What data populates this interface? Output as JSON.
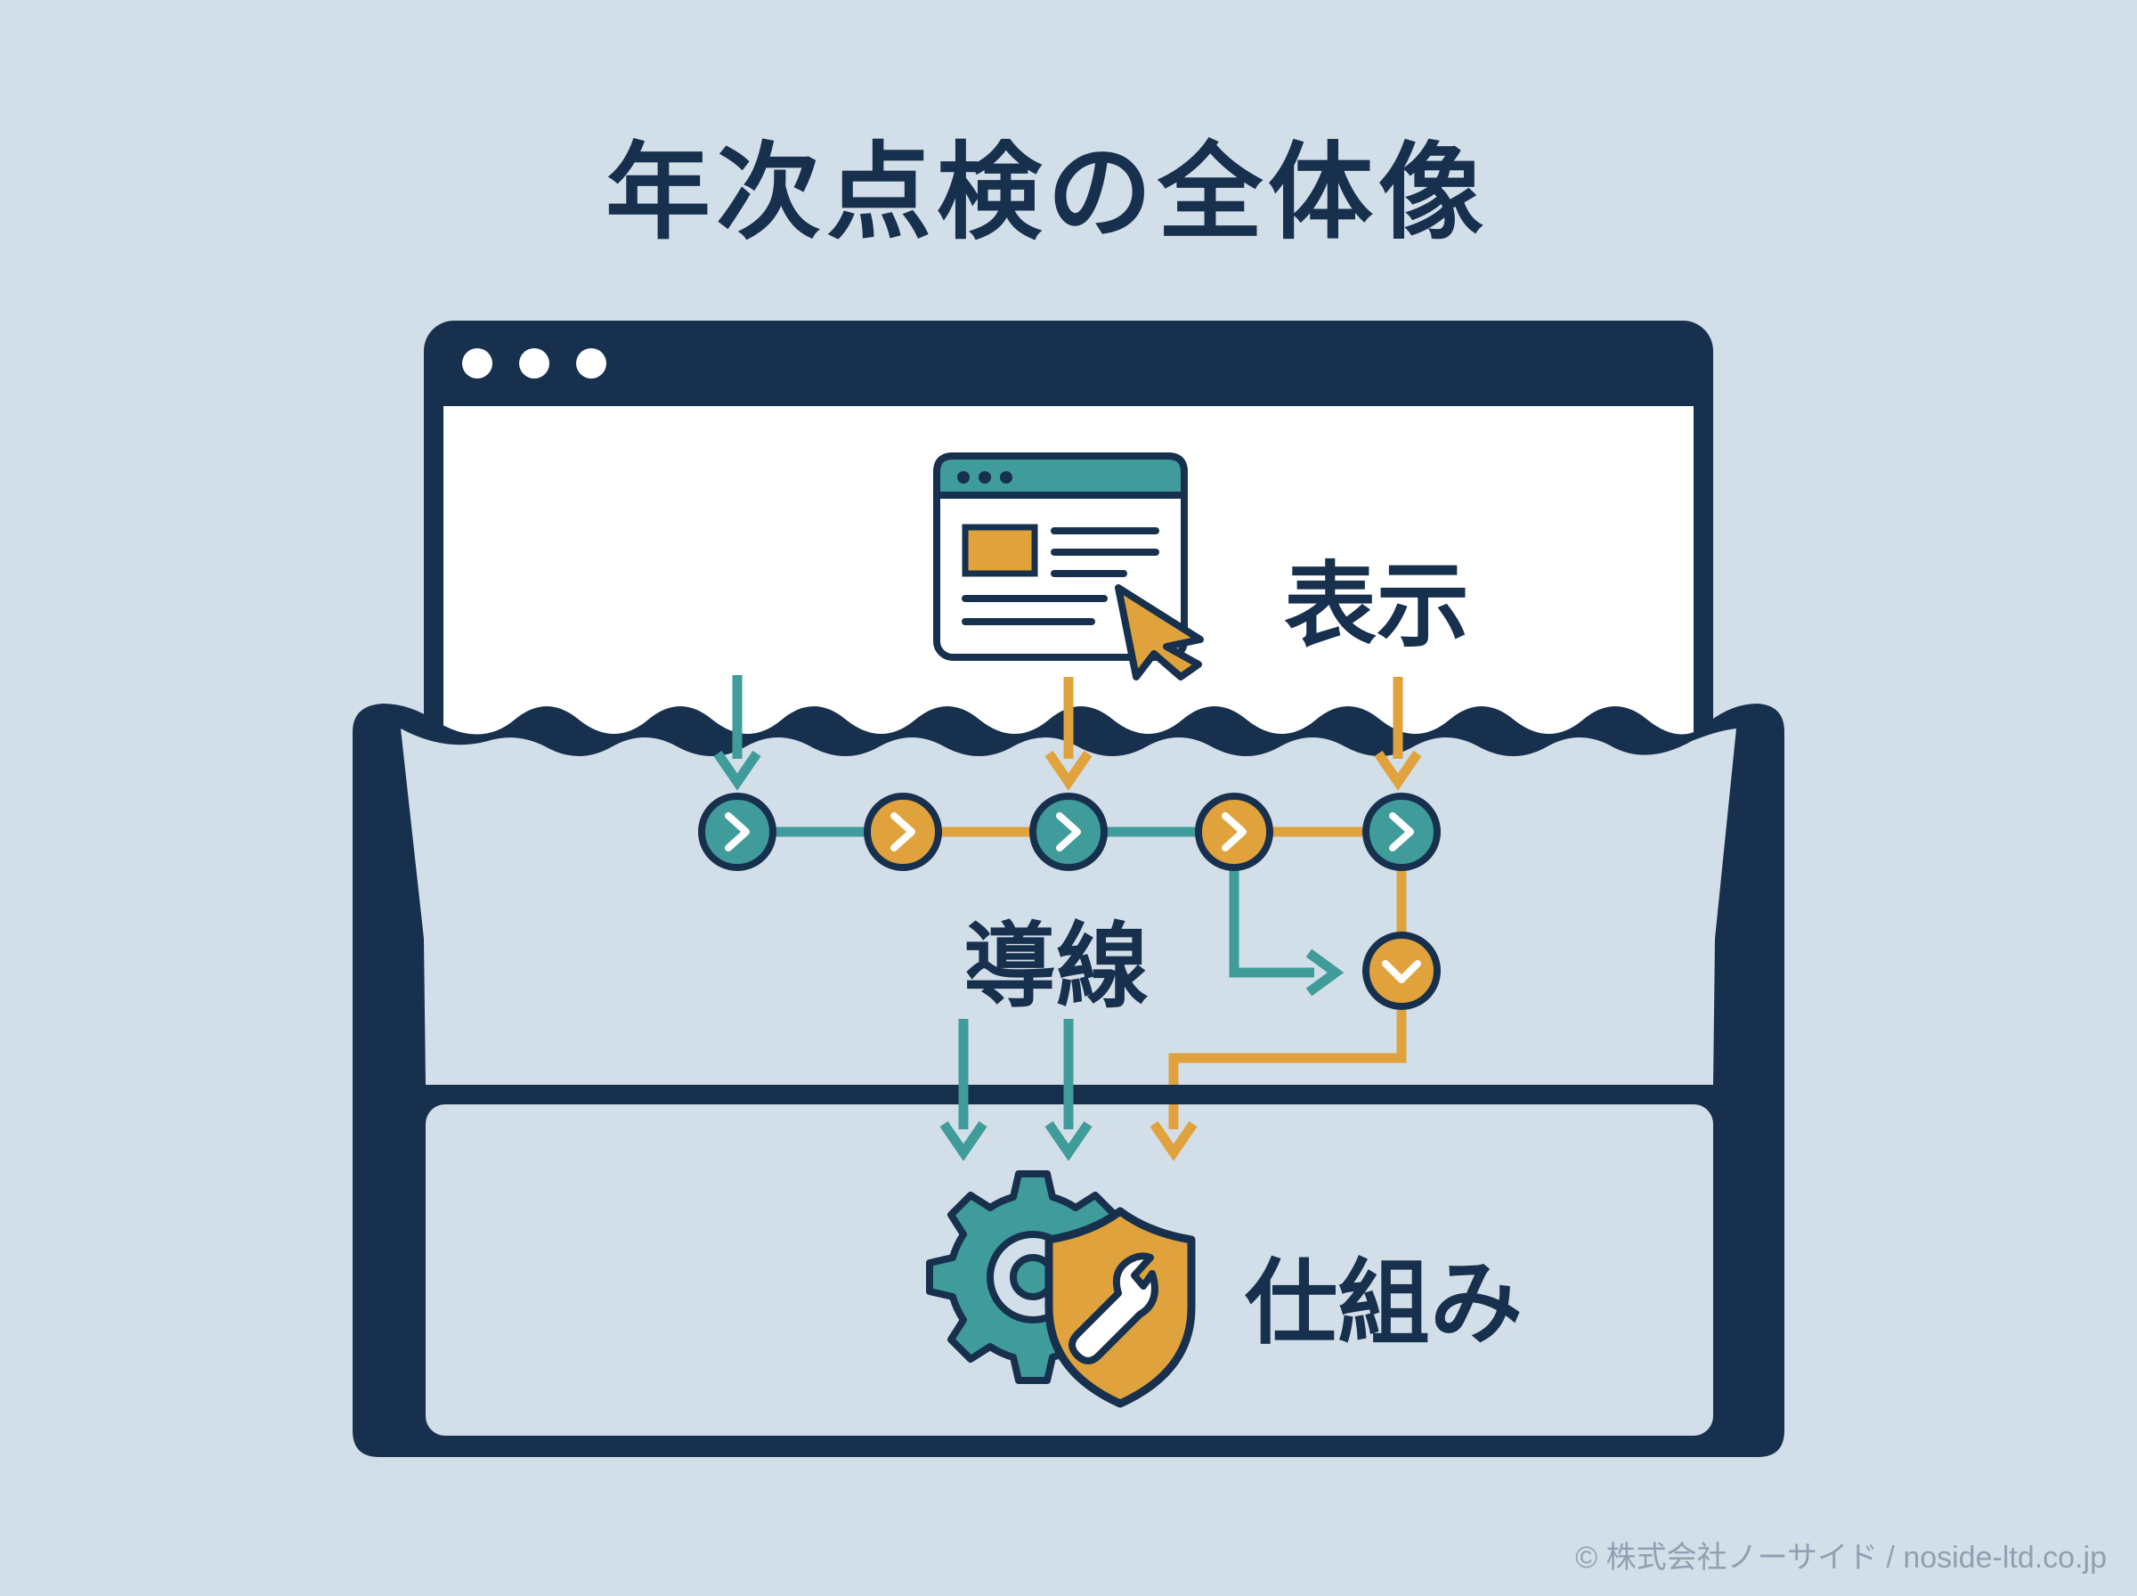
{
  "title": "年次点検の全体像",
  "layers": {
    "display": "表示",
    "flow": "導線",
    "mechanism": "仕組み"
  },
  "icons": {
    "display": "browser-window-cursor-icon",
    "flow_step_next": "chevron-right-icon",
    "flow_step_down": "chevron-down-icon",
    "mechanism_gear": "gear-icon",
    "mechanism_shield": "shield-wrench-icon",
    "window_dots": "window-control-dots"
  },
  "colors": {
    "background": "#d3dfe8",
    "navy": "#17304e",
    "teal": "#3f9c9a",
    "orange": "#e0a23c",
    "white": "#ffffff"
  },
  "copyright": "© 株式会社ノーサイド / noside-ltd.co.jp"
}
